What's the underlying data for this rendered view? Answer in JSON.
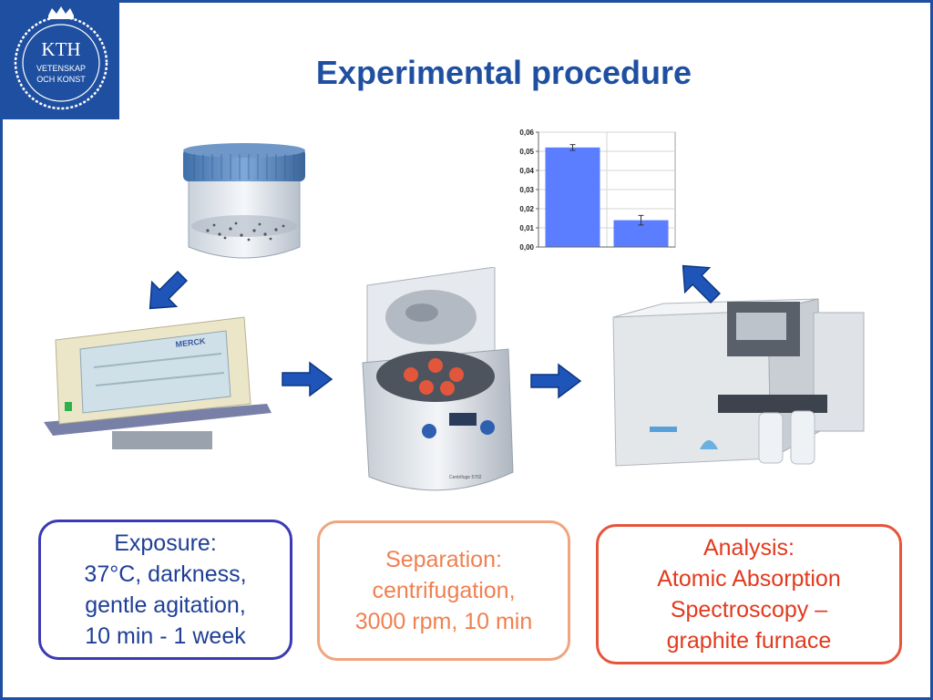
{
  "slide": {
    "title": "Experimental procedure"
  },
  "logo": {
    "lines": [
      "KTH",
      "VETENSKAP",
      "OCH KONST"
    ]
  },
  "chart_data": {
    "type": "bar",
    "categories": [
      "",
      ""
    ],
    "values": [
      0.052,
      0.014
    ],
    "errors": [
      0.0015,
      0.0025
    ],
    "ylim": [
      0,
      0.06
    ],
    "yticks": [
      "0,00",
      "0,01",
      "0,02",
      "0,03",
      "0,04",
      "0,05",
      "0,06"
    ],
    "grid": true,
    "bar_color": "#5b7dff",
    "title": "",
    "xlabel": "",
    "ylabel": ""
  },
  "steps": {
    "exposure": {
      "lines": [
        "Exposure:",
        "37°C, darkness,",
        "gentle agitation,",
        "10 min - 1 week"
      ]
    },
    "separation": {
      "lines": [
        "Separation:",
        "centrifugation,",
        "3000 rpm, 10 min"
      ]
    },
    "analysis": {
      "lines": [
        "Analysis:",
        "Atomic Absorption",
        "Spectroscopy –",
        "graphite furnace"
      ]
    }
  },
  "equipment_labels": {
    "incubator_brand": "MERCK",
    "centrifuge_model": "Centrifuge 5702"
  },
  "colors": {
    "brand_blue": "#1f4fa0",
    "arrow_blue": "#1f55b8",
    "exposure": "#1f3f96",
    "separation": "#f08050",
    "analysis": "#e23a1e"
  }
}
